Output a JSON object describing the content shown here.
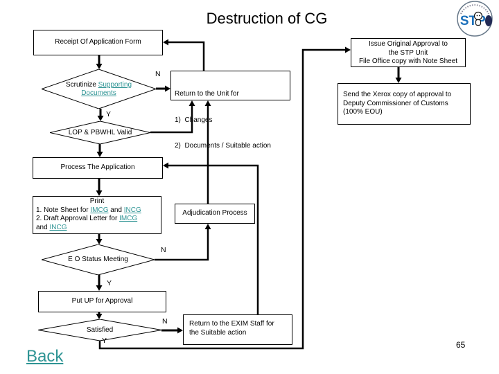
{
  "title": "Destruction of CG",
  "page_number": "65",
  "back_link": "Back",
  "labels": {
    "no": "N",
    "yes": "Y"
  },
  "colors": {
    "link": "#2e9494",
    "line": "#000000",
    "logo_blue": "#1a6fba",
    "background": "#ffffff"
  },
  "logo": {
    "text": "STPI"
  },
  "nodes": {
    "receipt": {
      "label": "Receipt Of Application Form"
    },
    "scrutinize": {
      "prefix": "Scrutinize ",
      "link1": "Supporting",
      "link2": "Documents"
    },
    "return_unit": {
      "line1": "Return to the Unit for",
      "line2": "1)  Changes",
      "line3": "2)  Documents / Suitable action"
    },
    "issue": {
      "line1": "Issue Original Approval to",
      "line2": "the STP Unit",
      "line3": "File Office copy with Note Sheet"
    },
    "xerox": {
      "line1": "Send the Xerox copy of approval to",
      "line2": "Deputy Commissioner of Customs",
      "line3": "(100% EOU)"
    },
    "lop": {
      "label": "LOP & PBWHL Valid"
    },
    "process": {
      "label": "Process The Application"
    },
    "print": {
      "line1": "Print",
      "l2a": "1. Note Sheet for ",
      "l2b": "IMCG",
      "l2c": " and ",
      "l2d": "INCG",
      "l3a": "2. Draft Approval Letter for ",
      "l3b": "IMCG",
      "l4a": "and ",
      "l4b": "INCG"
    },
    "adjudication": {
      "label": "Adjudication Process"
    },
    "eo": {
      "label": "E O Status Meeting"
    },
    "putup": {
      "label": "Put UP for Approval"
    },
    "satisfied": {
      "label": "Satisfied"
    },
    "return_exim": {
      "line1": "Return to the EXIM Staff for",
      "line2": "the Suitable action"
    }
  }
}
